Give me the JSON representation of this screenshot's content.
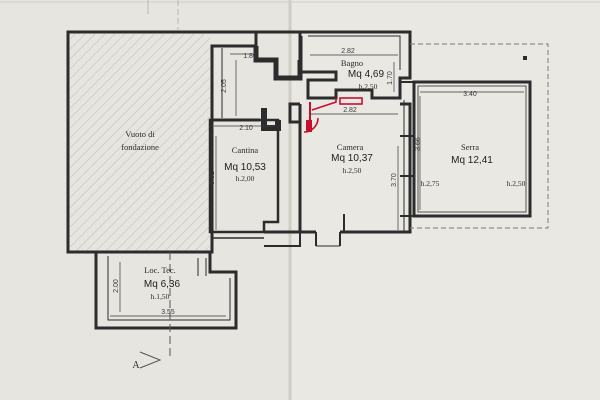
{
  "rooms": {
    "vuoto": {
      "line1": "Vuoto di",
      "line2": "fondazione"
    },
    "cantina": {
      "name": "Cantina",
      "area": "Mq  10,53",
      "height": "h.2,00"
    },
    "bagno": {
      "name": "Bagno",
      "area": "Mq  4,69",
      "height": "h.2,50"
    },
    "camera": {
      "name": "Camera",
      "area": "Mq  10,37",
      "height": "h.2,50"
    },
    "serra": {
      "name": "Serra",
      "area": "Mq  12,41",
      "height_left": "h.2,75",
      "height_right": "h.2,50"
    },
    "loc_tec": {
      "name": "Loc. Tec.",
      "area": "Mq  6,36",
      "height": "h.1,50"
    }
  },
  "dimensions": {
    "bagno_width": "2.82",
    "bagno_height": "1.70",
    "camera_width": "2.82",
    "camera_height": "3.70",
    "cantina_width": "2.10",
    "cantina_height": "3.32",
    "corridor_width": "1.80",
    "corridor_height": "2.05",
    "serra_width": "3.40",
    "serra_height": "3.66",
    "loctec_width": "3.55",
    "loctec_height": "2.00"
  },
  "marks": {
    "section_a": "A"
  },
  "colors": {
    "paper": "#e9e8e3",
    "wall": "#2c2c2c",
    "accent_red": "#c8102e"
  }
}
